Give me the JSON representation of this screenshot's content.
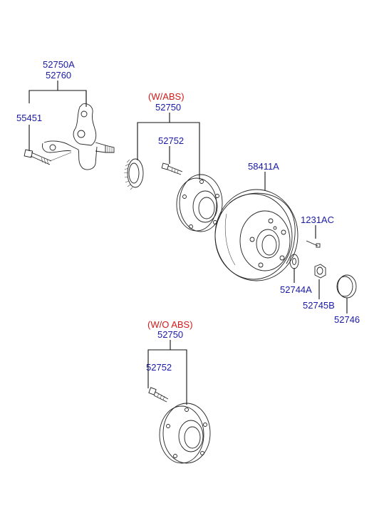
{
  "labels": {
    "knuckle_a": "52750A",
    "knuckle_b": "52760",
    "bolt": "55451",
    "abs_note": "(W/ABS)",
    "hub_abs": "52750",
    "stud_abs": "52752",
    "drum": "58411A",
    "screw": "1231AC",
    "washer": "52744A",
    "nut": "52745B",
    "cap": "52746",
    "noabs_note": "(W/O ABS)",
    "hub_noabs": "52750",
    "stud_noabs": "52752"
  }
}
